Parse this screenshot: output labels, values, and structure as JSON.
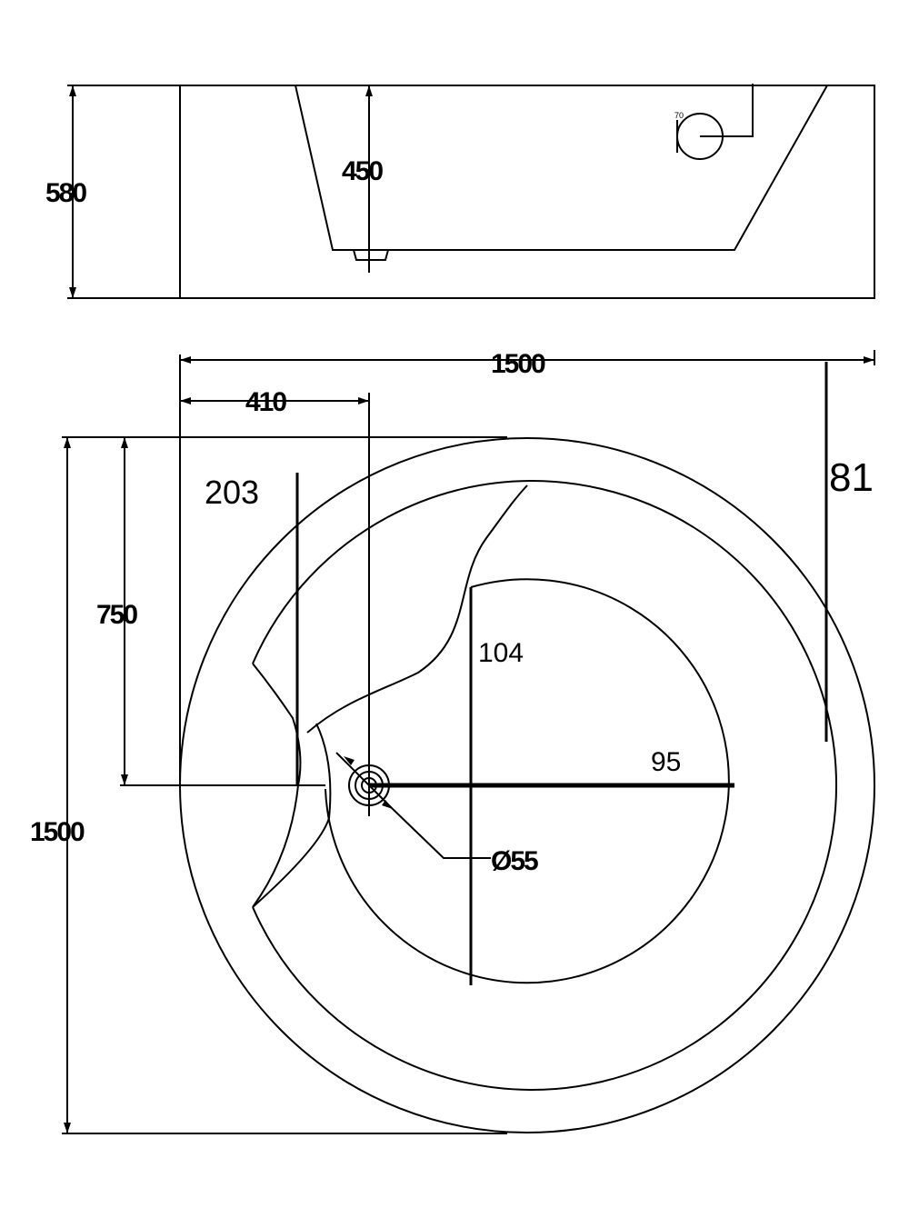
{
  "side_view": {
    "total_height": "580",
    "inner_depth": "450",
    "overflow": "70"
  },
  "plan_view": {
    "total_width": "1500",
    "drain_offset": "410",
    "total_depth": "1500",
    "half_depth": "750",
    "seat_left": "203",
    "right_bar": "81",
    "inner_vertical": "104",
    "inner_horizontal": "95",
    "drain_diameter": "Ø55"
  }
}
